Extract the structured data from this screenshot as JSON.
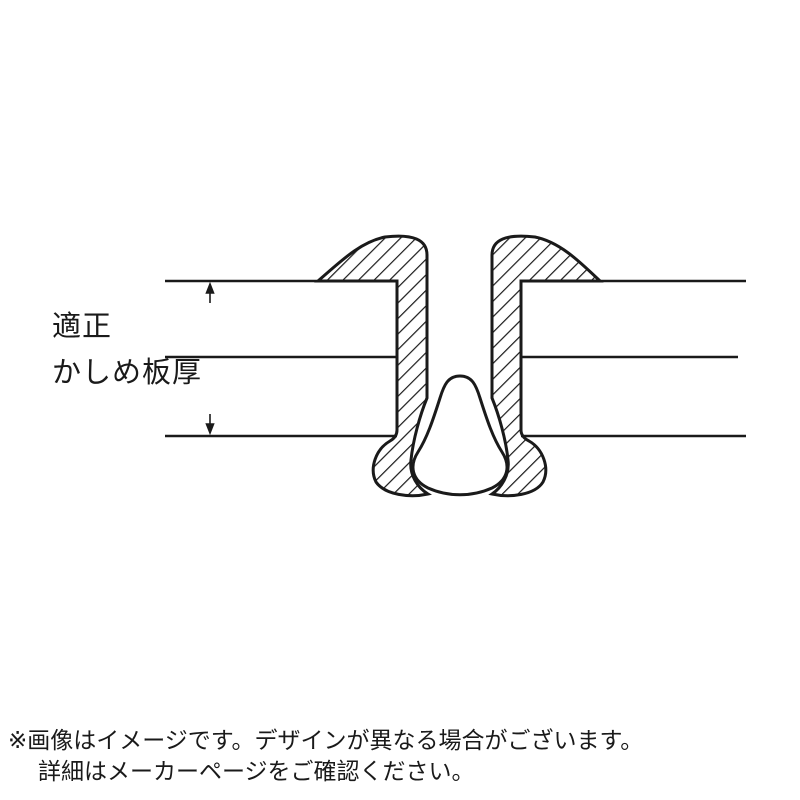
{
  "diagram": {
    "subject": "blind rivet crimped cross-section",
    "label": {
      "line1": "適正",
      "line2": "かしめ板厚"
    },
    "dimension_arrows": [
      "arrow-up-icon",
      "arrow-down-icon"
    ],
    "stroke_color": "#1a1a1a",
    "background_color": "#ffffff"
  },
  "notes": {
    "line1": "※画像はイメージです。デザインが異なる場合がございます。",
    "line2": "詳細はメーカーページをご確認ください。"
  }
}
